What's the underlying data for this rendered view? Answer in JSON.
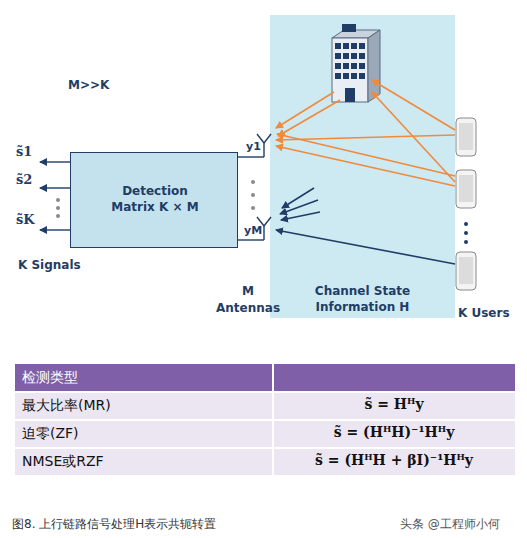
{
  "diagram": {
    "caption": "图8. 上行链路信号处理H表示共轭转置",
    "nodes": [
      {
        "text": [
          "Detection Matrix K × M"
        ]
      },
      {
        "text": [
          "Channel State Information H"
        ]
      }
    ],
    "labels": [
      "M>>K",
      "s̃1",
      "s̃2",
      "s̃K",
      "K Signals",
      "y1",
      "yM",
      "M Antennas",
      "K Users",
      "检测类型",
      "最大比率(MR)",
      "s̃ = Hᴴy",
      "迫零(ZF)",
      "s̃ = (HᴴH)⁻¹Hᴴy",
      "NMSE或RZF",
      "s̃ = (HᴴH + βI)⁻¹Hᴴy",
      "头条 @工程师小何"
    ]
  }
}
